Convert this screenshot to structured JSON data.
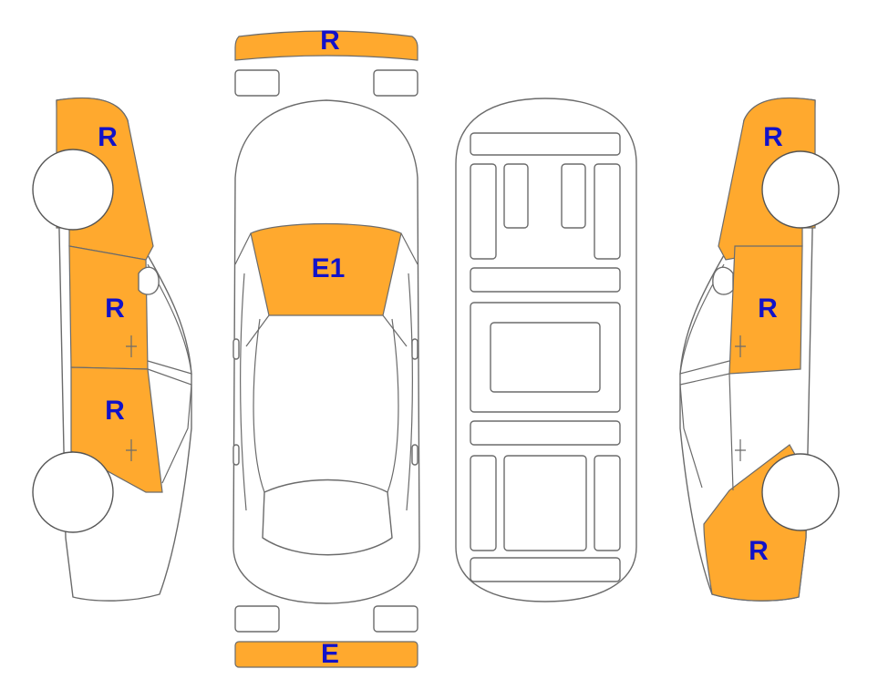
{
  "colors": {
    "damage_fill": "#FFA92E",
    "label_color": "#1212C8",
    "outline": "#6b6b6b"
  },
  "labels": {
    "front_bumper": "R",
    "left_front_fender": "R",
    "left_front_door": "R",
    "left_rear_door": "R",
    "hood": "E1",
    "right_rear_quarter": "R",
    "right_rear_door": "R",
    "right_rear_fender": "R",
    "rear_bumper": "E"
  }
}
